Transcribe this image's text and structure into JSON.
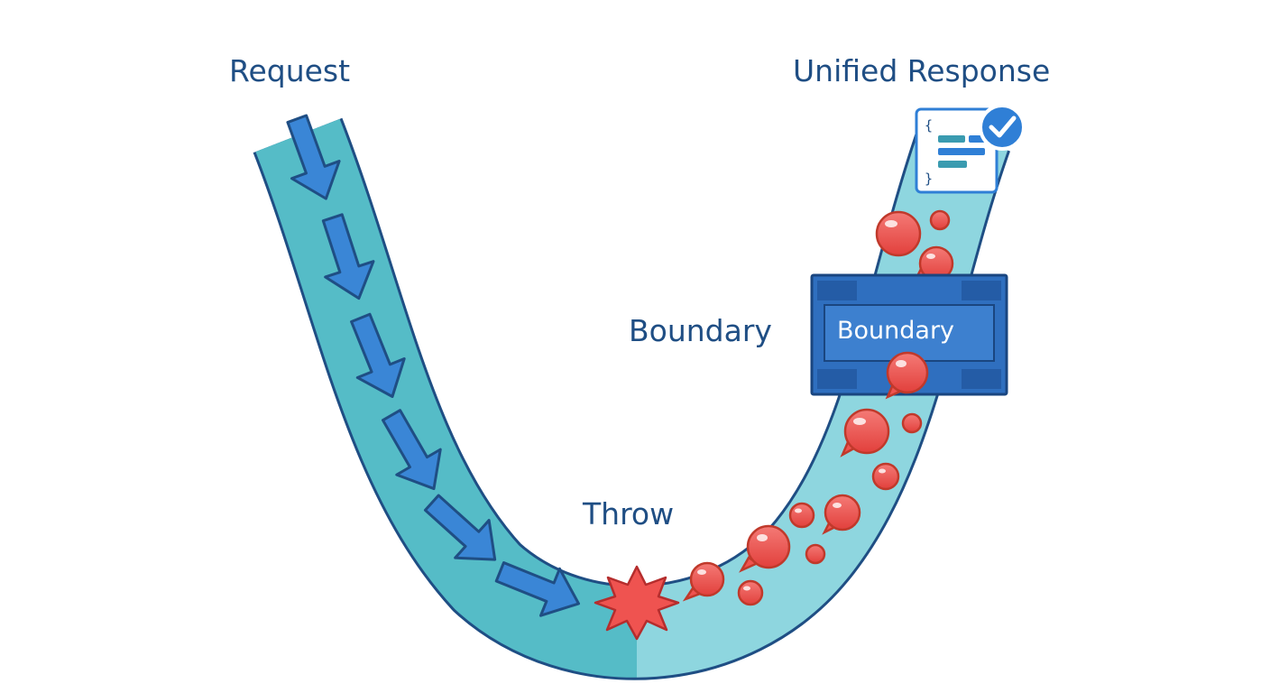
{
  "labels": {
    "request": "Request",
    "unified_response": "Unified Response",
    "throw": "Throw",
    "boundary": "Boundary",
    "boundary_box": "Boundary"
  },
  "icons": {
    "response_document": "json-document-icon",
    "response_check": "check-badge-icon",
    "throw_burst": "explosion-burst-icon",
    "flow_arrow": "arrow-icon",
    "error_bubble": "error-bubble-icon"
  },
  "colors": {
    "pipe_entry": "#55bcc7",
    "pipe_exit": "#8ed6df",
    "pipe_outline": "#1f4e84",
    "arrow_fill": "#3a86d6",
    "error_red": "#ef5350",
    "boundary_blue": "#2f6fbf",
    "text_blue": "#1f4e84"
  }
}
